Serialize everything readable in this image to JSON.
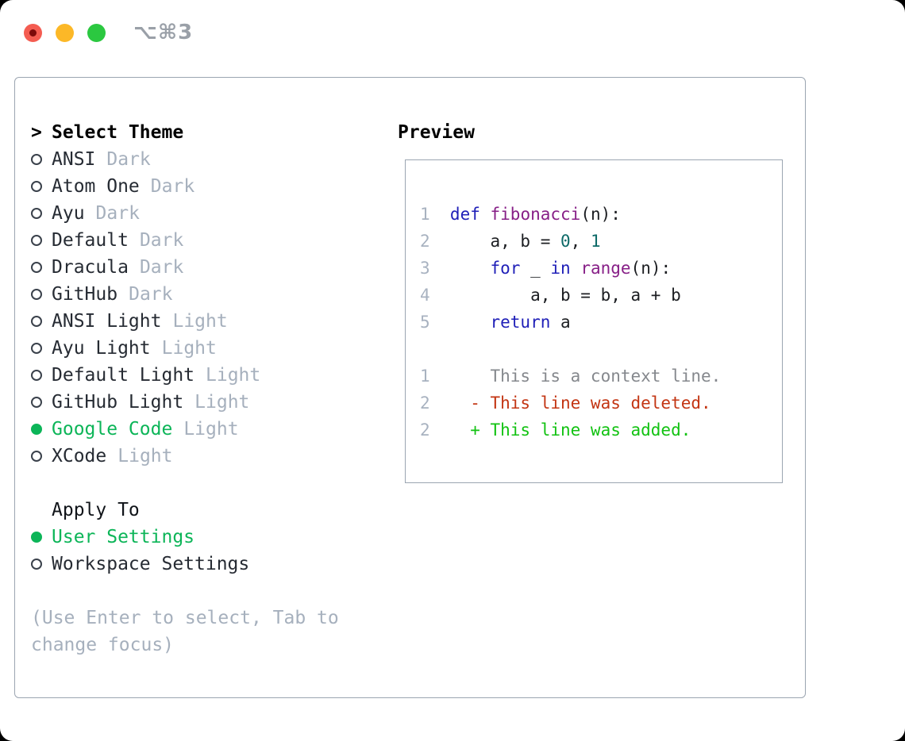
{
  "window": {
    "title": "⌥⌘3",
    "traffic_lights": [
      "close",
      "minimize",
      "zoom"
    ]
  },
  "left": {
    "header_prefix": ">",
    "header": "Select Theme",
    "themes": [
      {
        "name": "ANSI",
        "variant": "Dark",
        "selected": false
      },
      {
        "name": "Atom One",
        "variant": "Dark",
        "selected": false
      },
      {
        "name": "Ayu",
        "variant": "Dark",
        "selected": false
      },
      {
        "name": "Default",
        "variant": "Dark",
        "selected": false
      },
      {
        "name": "Dracula",
        "variant": "Dark",
        "selected": false
      },
      {
        "name": "GitHub",
        "variant": "Dark",
        "selected": false
      },
      {
        "name": "ANSI Light",
        "variant": "Light",
        "selected": false
      },
      {
        "name": "Ayu Light",
        "variant": "Light",
        "selected": false
      },
      {
        "name": "Default Light",
        "variant": "Light",
        "selected": false
      },
      {
        "name": "GitHub Light",
        "variant": "Light",
        "selected": false
      },
      {
        "name": "Google Code",
        "variant": "Light",
        "selected": true
      },
      {
        "name": "XCode",
        "variant": "Light",
        "selected": false
      }
    ],
    "apply_to": {
      "header": "Apply To",
      "options": [
        {
          "label": "User Settings",
          "selected": true
        },
        {
          "label": "Workspace Settings",
          "selected": false
        }
      ]
    },
    "help": "(Use Enter to select, Tab to change focus)"
  },
  "preview": {
    "header": "Preview",
    "code_lines": [
      {
        "num": "1",
        "parts": [
          {
            "t": "def",
            "c": "kwd"
          },
          {
            "t": " ",
            "c": "pln"
          },
          {
            "t": "fibonacci",
            "c": "typ"
          },
          {
            "t": "(n):",
            "c": "pln"
          }
        ]
      },
      {
        "num": "2",
        "parts": [
          {
            "t": "    a, b = ",
            "c": "pln"
          },
          {
            "t": "0",
            "c": "lit"
          },
          {
            "t": ", ",
            "c": "pln"
          },
          {
            "t": "1",
            "c": "lit"
          }
        ]
      },
      {
        "num": "3",
        "parts": [
          {
            "t": "    ",
            "c": "pln"
          },
          {
            "t": "for",
            "c": "kwd"
          },
          {
            "t": " _ ",
            "c": "pln"
          },
          {
            "t": "in",
            "c": "kwd"
          },
          {
            "t": " ",
            "c": "pln"
          },
          {
            "t": "range",
            "c": "typ"
          },
          {
            "t": "(n):",
            "c": "pln"
          }
        ]
      },
      {
        "num": "4",
        "parts": [
          {
            "t": "        a, b = b, a + b",
            "c": "pln"
          }
        ]
      },
      {
        "num": "5",
        "parts": [
          {
            "t": "    ",
            "c": "pln"
          },
          {
            "t": "return",
            "c": "kwd"
          },
          {
            "t": " a",
            "c": "pln"
          }
        ]
      }
    ],
    "diff_lines": [
      {
        "num": "1",
        "parts": [
          {
            "t": "    This is a context line.",
            "c": "ctx"
          }
        ]
      },
      {
        "num": "2",
        "parts": [
          {
            "t": "  - This line was deleted.",
            "c": "del"
          }
        ]
      },
      {
        "num": "2",
        "parts": [
          {
            "t": "  + This line was added.",
            "c": "add"
          }
        ]
      }
    ]
  },
  "colors": {
    "selection_green": "#0cb558",
    "diff_added_green": "#12c212",
    "diff_deleted_red": "#c33513",
    "keyword_blue": "#2020b8",
    "function_purple": "#871f87",
    "number_teal": "#0d6a68",
    "muted_gray": "#a6b0bd",
    "border_gray": "#9ba5b1",
    "traffic_red": "#f45c51",
    "traffic_yellow": "#fcb827",
    "traffic_green": "#2bc840"
  }
}
